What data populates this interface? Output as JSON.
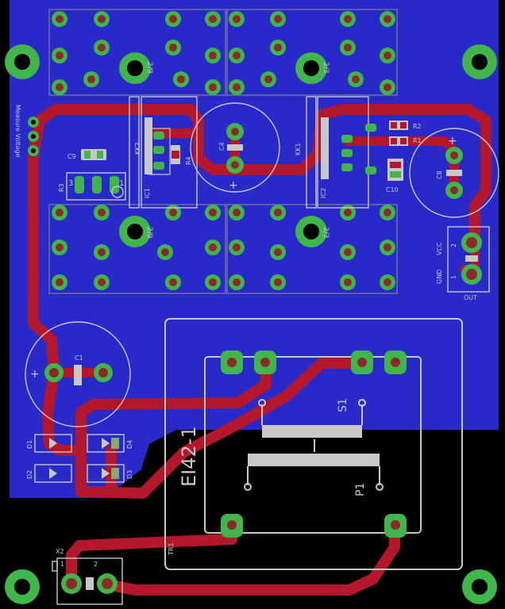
{
  "colors": {
    "background": "#000000",
    "copper_pour": "#2929c9",
    "trace": "#b4162c",
    "pad": "#3fb54a",
    "silkscreen": "#c8c8c8"
  },
  "labels": {
    "measure_voltage": "Measure Voltage",
    "kk2": "KK2",
    "kk1": "KK1",
    "ic1": "IC1",
    "ic2": "IC2",
    "c9": "C9",
    "c4": "C4",
    "c8": "C8",
    "c10": "C10",
    "c1": "C1",
    "r1": "R1",
    "r2": "R2",
    "r3": "R3",
    "r4": "R4",
    "d1": "D1",
    "d2": "D2",
    "d3": "D3",
    "d4": "D4",
    "x2": "X2",
    "tr1": "TR1",
    "transformer": "EI42-1",
    "s1": "S1",
    "p1": "P1",
    "vcc": "VCC",
    "gnd": "GND",
    "out": "OUT",
    "pin1": "1",
    "pin2": "2",
    "pin3": "3",
    "j_a": "2/9",
    "j_b": "2/3",
    "j_c": "2/9",
    "j_d": "2/3",
    "plus": "+"
  }
}
